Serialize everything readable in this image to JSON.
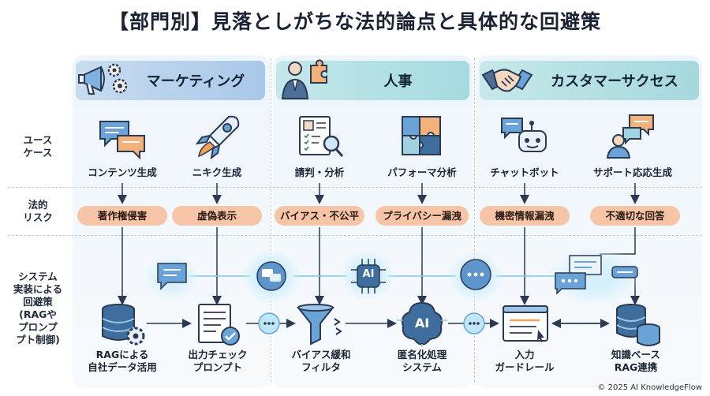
{
  "title": "【部門別】見落としがちな法的論点と具体的な回避策",
  "row_labels": {
    "usecase": [
      "ユース",
      "ケース"
    ],
    "risk": [
      "法的",
      "リスク"
    ],
    "system": [
      "システム",
      "実装による",
      "回避策",
      "(RAGや",
      "プロンプ",
      "プト制御)"
    ]
  },
  "departments": [
    {
      "name": "マーケティング",
      "usecases": [
        "コンテンツ生成",
        "ニキク生成"
      ],
      "risks": [
        "著作権侵害",
        "虚偽表示"
      ],
      "solutions": [
        [
          "RAGによる",
          "自社データ活用"
        ],
        [
          "出力チェック",
          "プロンプト"
        ]
      ]
    },
    {
      "name": "人事",
      "usecases": [
        "請判・分析",
        "パフォーマ分析"
      ],
      "risks": [
        "バイアス・不公平",
        "プライバシー漏洩"
      ],
      "solutions": [
        [
          "バイアス緩和",
          "フィルタ"
        ],
        [
          "匿名化処理",
          "システム"
        ]
      ]
    },
    {
      "name": "カスタマーサクセス",
      "usecases": [
        "チャットボット",
        "サポート応応生成"
      ],
      "risks": [
        "機密情報漏洩",
        "不適切な回答"
      ],
      "solutions": [
        [
          "入力",
          "ガードレール"
        ],
        [
          "知識ベース",
          "RAG連携"
        ]
      ]
    }
  ],
  "ai_label": "AI",
  "copyright": "© 2025 AI KnowledgeFlow",
  "colors": {
    "header_marketing": "#a9c8e8",
    "header_hr": "#a4dbe0",
    "header_cs": "#a5d8dd",
    "risk_pill": "#f6c4a6",
    "icon_stroke": "#2b3a52",
    "icon_blue": "#6aa3d8",
    "glow": "#bfe6f6"
  }
}
